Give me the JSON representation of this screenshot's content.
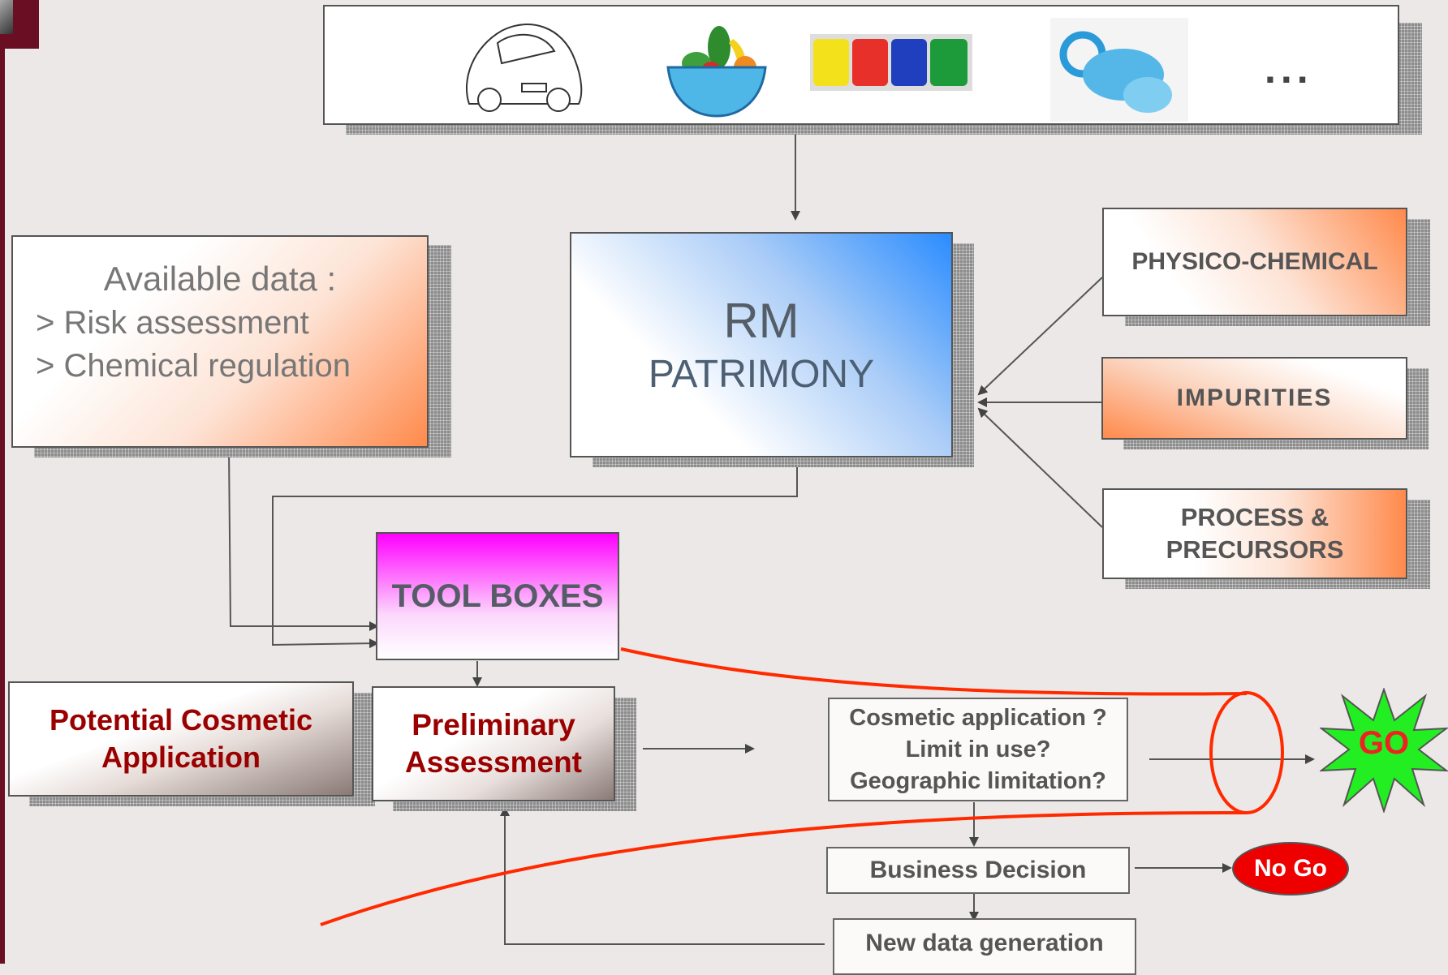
{
  "products_strip": {
    "icons": [
      "car-icon",
      "fruit-bowl-icon",
      "paint-jars-icon",
      "pacifier-icon"
    ],
    "ellipsis": "..."
  },
  "available_data": {
    "title": "Available data :",
    "items": [
      "> Risk assessment",
      "> Chemical regulation"
    ]
  },
  "rm_patrimony": {
    "line1": "RM",
    "line2": "PATRIMONY"
  },
  "sources": {
    "physico": "PHYSICO-CHEMICAL",
    "impurities": "IMPURITIES",
    "process_line1": "PROCESS &",
    "process_line2": "PRECURSORS"
  },
  "tool_boxes": "TOOL BOXES",
  "potential": {
    "line1": "Potential Cosmetic",
    "line2": "Application"
  },
  "preliminary": {
    "line1": "Preliminary",
    "line2": "Assessment"
  },
  "questions": {
    "q1": "Cosmetic application ?",
    "q2": "Limit in use?",
    "q3": "Geographic limitation?"
  },
  "go": "GO",
  "business_decision": "Business Decision",
  "no_go": "No Go",
  "new_data": "New data generation",
  "colors": {
    "maroon": "#6a0f23",
    "orange": "#ff8a4c",
    "blue": "#2a8cff",
    "magenta": "#ff00ff",
    "red_curve": "#ff2a00",
    "text_dark_red": "#9a0000",
    "go_green": "#22ee22",
    "no_go_red": "#ee0000"
  }
}
